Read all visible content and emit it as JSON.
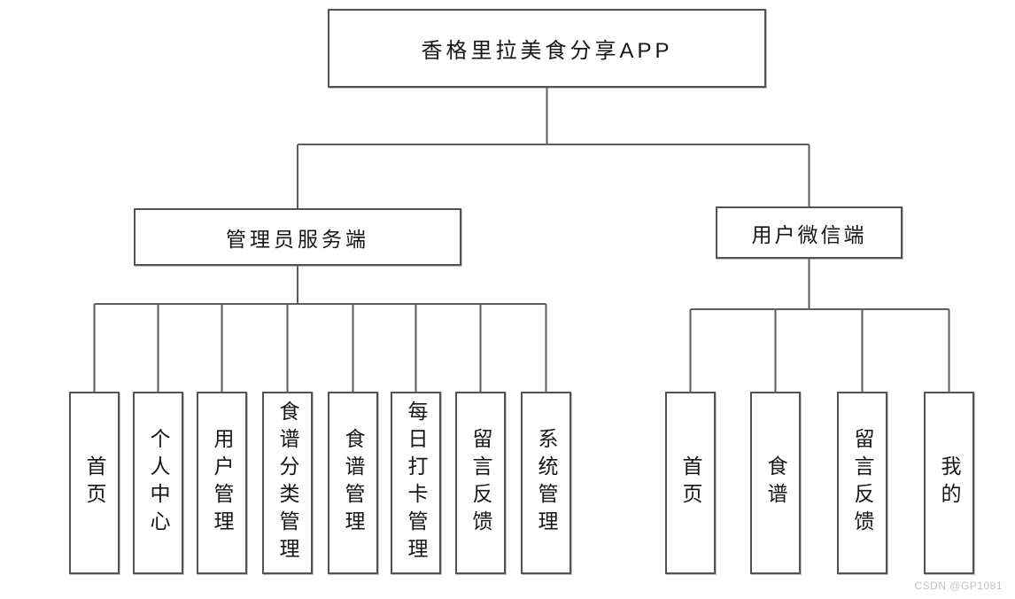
{
  "diagram": {
    "root": {
      "label": "香格里拉美食分享APP"
    },
    "branches": [
      {
        "label": "管理员服务端",
        "children": [
          "首页",
          "个人中心",
          "用户管理",
          "食谱分类管理",
          "食谱管理",
          "每日打卡管理",
          "留言反馈",
          "系统管理"
        ]
      },
      {
        "label": "用户微信端",
        "children": [
          "首页",
          "食谱",
          "留言反馈",
          "我的"
        ]
      }
    ]
  },
  "watermark": "CSDN @GP1081",
  "colors": {
    "box_border": "#4f5456",
    "connector_line": "#595e60",
    "text": "#161616",
    "watermark_text": "#c6c0c3",
    "background": "#ffffff"
  }
}
